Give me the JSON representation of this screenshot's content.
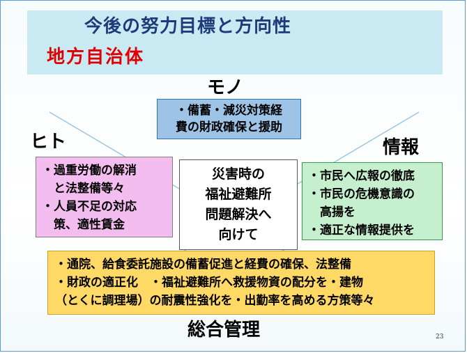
{
  "slide": {
    "title": "今後の努力目標と方向性",
    "subtitle": "地方自治体",
    "page_number": "23"
  },
  "mono": {
    "label": "モノ",
    "lines": [
      "・備蓄・減災対策経",
      "費の財政確保と援助"
    ]
  },
  "hito": {
    "label": "ヒト",
    "lines": [
      "・過重労働の解消",
      "　と法整備等々",
      "・人員不足の対応",
      "　策、適性賃金"
    ]
  },
  "jouhou": {
    "label": "情報",
    "lines": [
      "・市民へ広報の徹底",
      "・市民の危機意識の",
      "　高揚を",
      "・適正な情報提供を"
    ]
  },
  "center": {
    "lines": [
      "災害時の",
      "福祉避難所",
      "問題解決へ",
      "向けて"
    ]
  },
  "sougou": {
    "label": "総合管理",
    "lines": [
      "・通院、給食委託施設の備蓄促進と経費の確保、法整備",
      "・財政の適正化　・福祉避難所へ救援物資の配分を・建物",
      "（とくに調理場）の耐震性強化を・出勤率を高める方策等々"
    ]
  },
  "colors": {
    "title": "#1f3a78",
    "subtitle": "#e00000",
    "mono_box": "#9dc3e6",
    "hito_box": "#f4bdf0",
    "jouhou_box": "#c6efce",
    "sougou_box": "#ffd966",
    "header_band": "#c9eaf3"
  }
}
